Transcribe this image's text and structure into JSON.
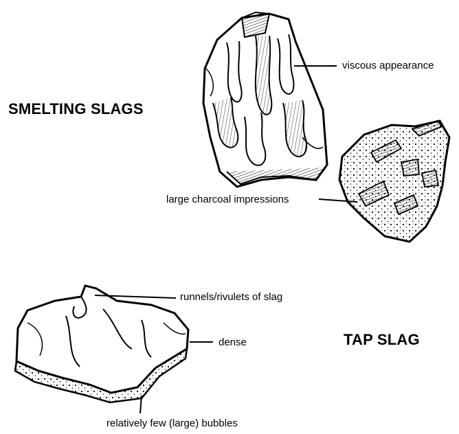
{
  "headings": {
    "smelting": "SMELTING SLAGS",
    "tap": "TAP SLAG"
  },
  "labels": {
    "viscous": "viscous appearance",
    "charcoal": "large charcoal impressions",
    "runnels": "runnels/rivulets of slag",
    "dense": "dense",
    "bubbles": "relatively few (large) bubbles"
  }
}
